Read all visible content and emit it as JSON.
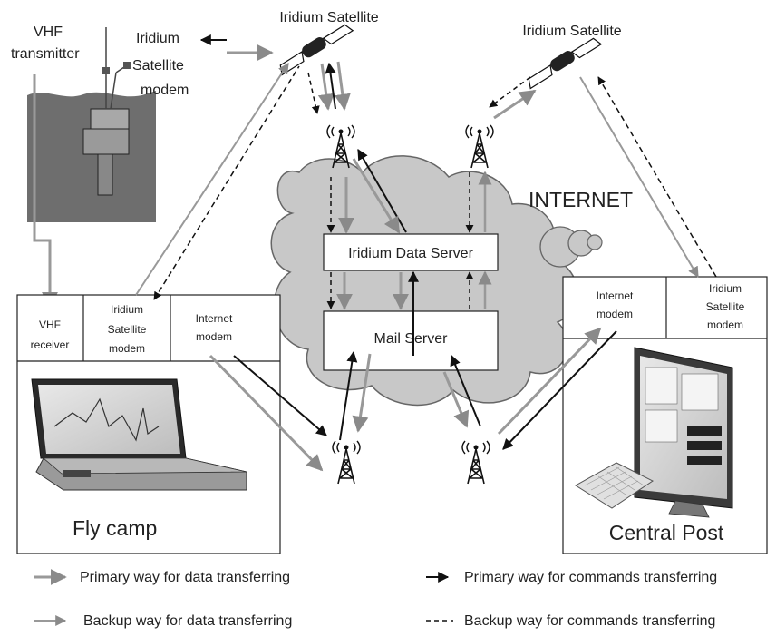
{
  "labels": {
    "vhf_transmitter": [
      "VHF",
      "transmitter"
    ],
    "iridium_satellite_left": "Iridium Satellite",
    "iridium_satellite_right": "Iridium Satellite",
    "iridium_satellite_modem_top": [
      "Iridium",
      "Satellite",
      "modem"
    ],
    "internet": "INTERNET",
    "iridium_data_server": "Iridium Data Server",
    "mail_server": "Mail Server"
  },
  "fly_camp": {
    "title": "Fly camp",
    "cells": [
      [
        "VHF",
        "receiver"
      ],
      [
        "Iridium",
        "Satellite",
        "modem"
      ],
      [
        "Internet",
        "modem"
      ]
    ]
  },
  "central_post": {
    "title": "Central Post",
    "cells": [
      [
        "Internet",
        "modem"
      ],
      [
        "Iridium",
        "Satellite",
        "modem"
      ]
    ]
  },
  "legend": {
    "primary_data": "Primary way for data transferring",
    "backup_data": "Backup way for data transferring",
    "primary_commands": "Primary way for commands transferring",
    "backup_commands": "Backup way for commands transferring"
  },
  "colors": {
    "data_arrow": "#999999",
    "command_arrow": "#111111",
    "cloud": "#c8c8c8",
    "water": "#6e6e6e"
  },
  "icons": [
    "satellite-icon",
    "radio-tower-icon",
    "cloud-icon",
    "laptop-icon",
    "monitor-icon",
    "keyboard-icon"
  ]
}
